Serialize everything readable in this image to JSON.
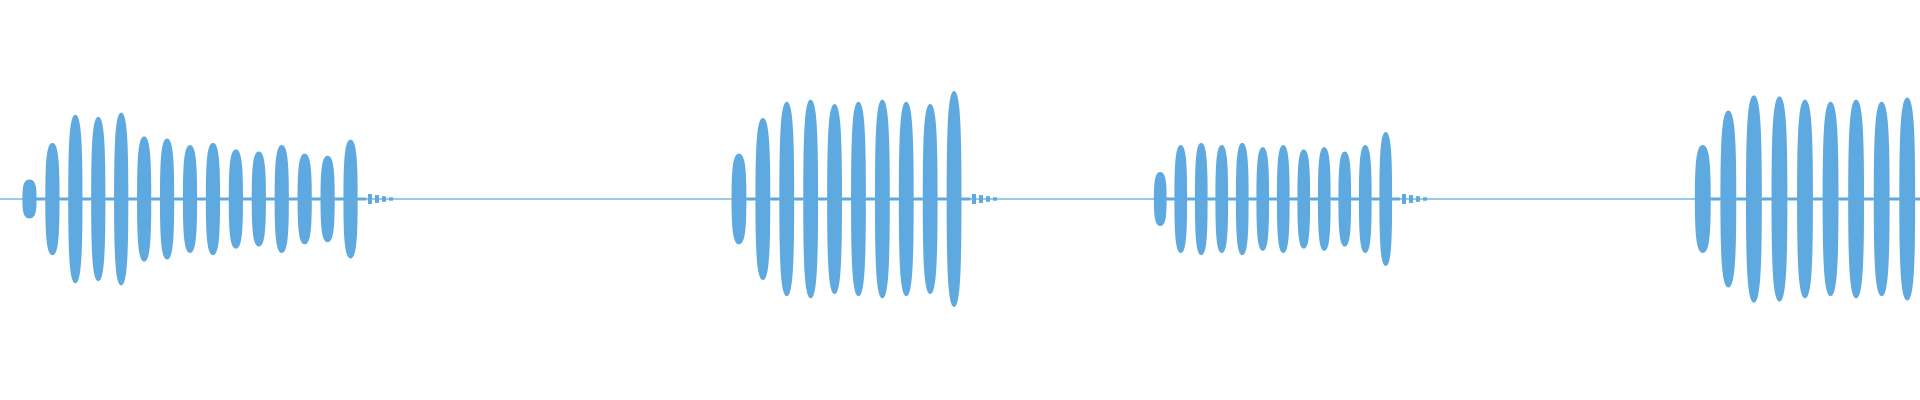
{
  "waveform": {
    "color": "#5ea9e0",
    "background": "#ffffff",
    "bursts": [
      {
        "name": "burst-1",
        "pulse_count": 15,
        "peak_levels": [
          0.18,
          0.52,
          0.78,
          0.76,
          0.8,
          0.58,
          0.56,
          0.5,
          0.52,
          0.46,
          0.44,
          0.5,
          0.42,
          0.4,
          0.55
        ]
      },
      {
        "name": "burst-2",
        "pulse_count": 10,
        "peak_levels": [
          0.42,
          0.75,
          0.9,
          0.92,
          0.88,
          0.9,
          0.92,
          0.9,
          0.88,
          1.0
        ]
      },
      {
        "name": "burst-3",
        "pulse_count": 12,
        "peak_levels": [
          0.25,
          0.5,
          0.52,
          0.5,
          0.52,
          0.48,
          0.5,
          0.46,
          0.48,
          0.44,
          0.5,
          0.62
        ]
      },
      {
        "name": "burst-4",
        "pulse_count": 9,
        "peak_levels": [
          0.5,
          0.82,
          0.96,
          0.95,
          0.92,
          0.9,
          0.92,
          0.9,
          0.94
        ]
      }
    ]
  }
}
